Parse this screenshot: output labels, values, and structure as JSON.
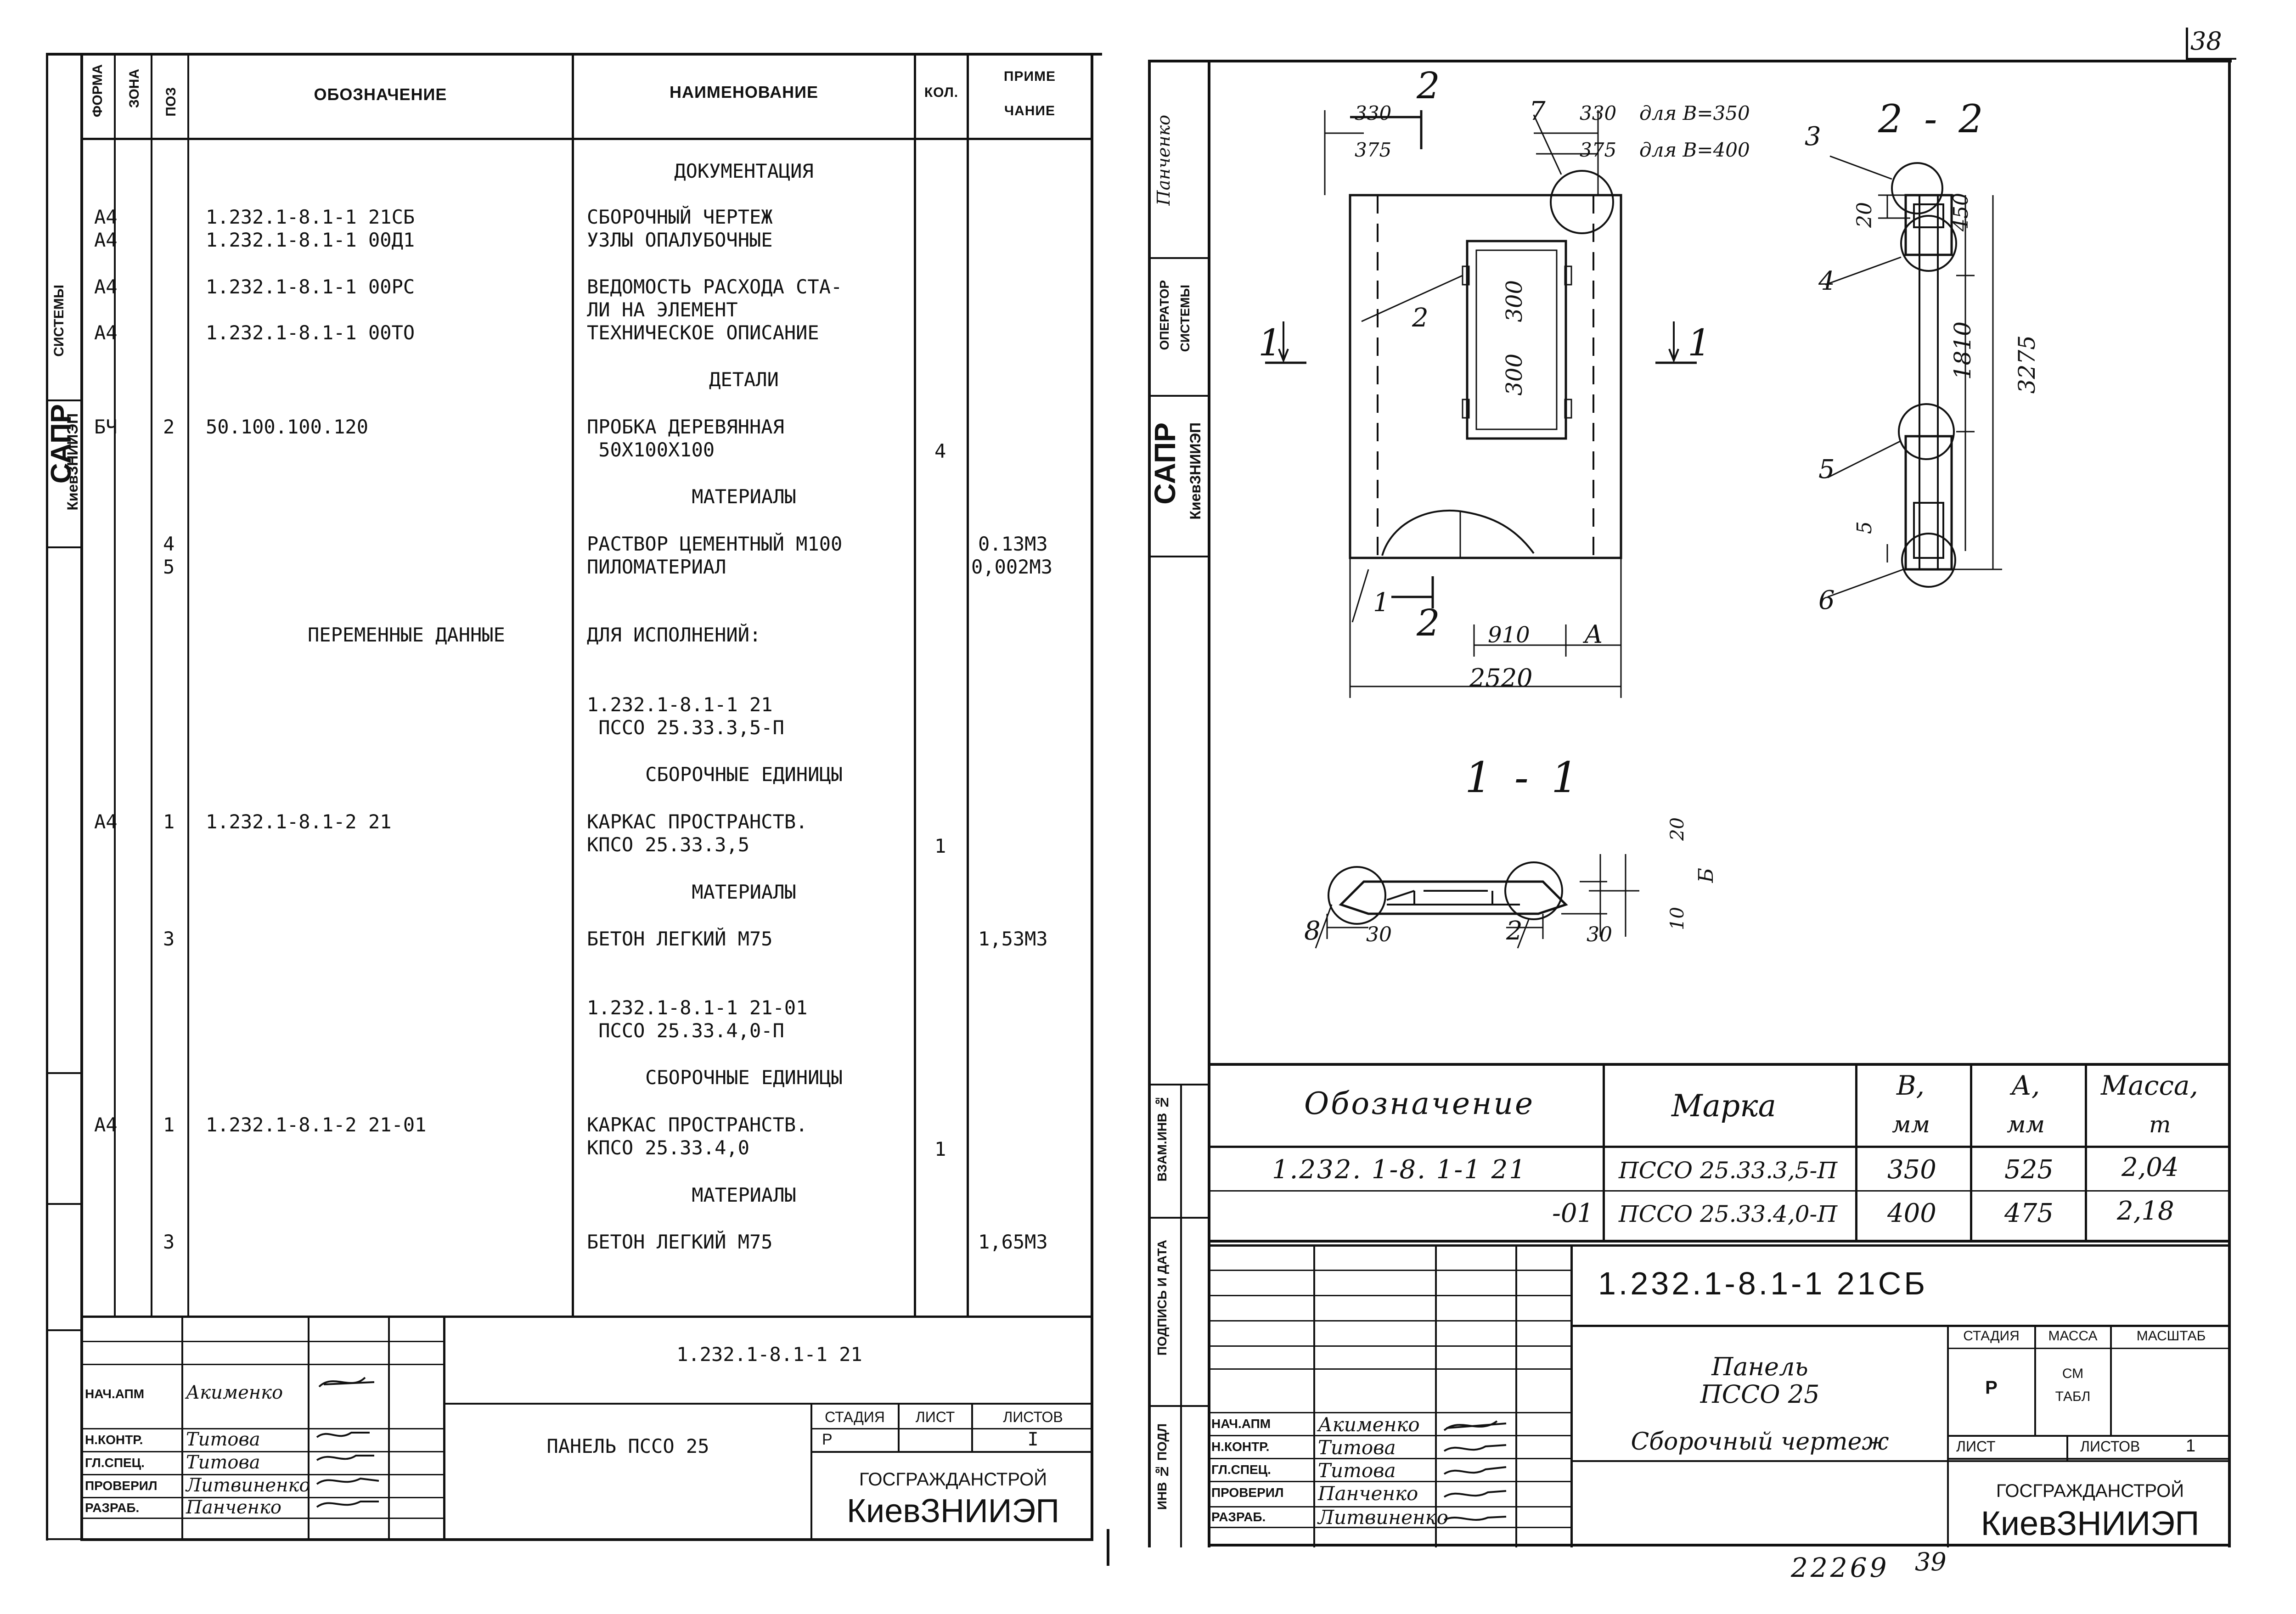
{
  "page_number_top": "38",
  "page_number_bottom": "39",
  "stamp_number": "22269",
  "left_sheet": {
    "side_labels": {
      "sapr": "САПР",
      "institute": "КиевЗНИИЭП",
      "systems": "СИСТЕМЫ"
    },
    "columns": {
      "format": "ФОРМА",
      "zone": "ЗОНА",
      "pos": "ПОЗ",
      "designation": "ОБОЗНАЧЕНИЕ",
      "name": "НАИМЕНОВАНИЕ",
      "qty": "КОЛ.",
      "note_line1": "ПРИМЕ",
      "note_line2": "ЧАНИЕ"
    },
    "rows": [
      {
        "format": "",
        "pos": "",
        "designation": "",
        "name": "ДОКУМЕНТАЦИЯ",
        "qty": "",
        "note": "",
        "heading": true
      },
      {
        "format": "А4",
        "pos": "",
        "designation": "1.232.1-8.1-1 21СБ",
        "name": "СБОРОЧНЫЙ ЧЕРТЕЖ",
        "qty": "",
        "note": ""
      },
      {
        "format": "А4",
        "pos": "",
        "designation": "1.232.1-8.1-1 00Д1",
        "name": "УЗЛЫ ОПАЛУБОЧНЫЕ",
        "qty": "",
        "note": ""
      },
      {
        "format": "А4",
        "pos": "",
        "designation": "1.232.1-8.1-1 00РС",
        "name": "ВЕДОМОСТЬ РАСХОДА СТА-",
        "qty": "",
        "note": ""
      },
      {
        "format": "",
        "pos": "",
        "designation": "",
        "name": "ЛИ НА ЭЛЕМЕНТ",
        "qty": "",
        "note": ""
      },
      {
        "format": "А4",
        "pos": "",
        "designation": "1.232.1-8.1-1 00ТО",
        "name": "ТЕХНИЧЕСКОЕ ОПИСАНИЕ",
        "qty": "",
        "note": ""
      },
      {
        "format": "",
        "pos": "",
        "designation": "",
        "name": "ДЕТАЛИ",
        "qty": "",
        "note": "",
        "heading": true
      },
      {
        "format": "БЧ",
        "pos": "2",
        "designation": "50.100.100.120",
        "name": "ПРОБКА ДЕРЕВЯННАЯ",
        "qty": "",
        "note": ""
      },
      {
        "format": "",
        "pos": "",
        "designation": "",
        "name": " 50Х100Х100",
        "qty": "4",
        "note": ""
      },
      {
        "format": "",
        "pos": "",
        "designation": "",
        "name": "МАТЕРИАЛЫ",
        "qty": "",
        "note": "",
        "heading": true
      },
      {
        "format": "",
        "pos": "4",
        "designation": "",
        "name": "РАСТВОР ЦЕМЕНТНЫЙ М100",
        "qty": "",
        "note": "0.13М3"
      },
      {
        "format": "",
        "pos": "5",
        "designation": "",
        "name": "ПИЛОМАТЕРИАЛ",
        "qty": "",
        "note": "0,002М3"
      },
      {
        "format": "",
        "pos": "",
        "designation": "ПЕРЕМЕННЫЕ ДАННЫЕ",
        "name": "ДЛЯ ИСПОЛНЕНИЙ:",
        "qty": "",
        "note": ""
      },
      {
        "format": "",
        "pos": "",
        "designation": "",
        "name": "1.232.1-8.1-1 21",
        "qty": "",
        "note": ""
      },
      {
        "format": "",
        "pos": "",
        "designation": "",
        "name": " ПССО 25.33.3,5-П",
        "qty": "",
        "note": ""
      },
      {
        "format": "",
        "pos": "",
        "designation": "",
        "name": "СБОРОЧНЫЕ ЕДИНИЦЫ",
        "qty": "",
        "note": "",
        "heading": true
      },
      {
        "format": "А4",
        "pos": "1",
        "designation": "1.232.1-8.1-2 21",
        "name": "КАРКАС ПРОСТРАНСТВ.",
        "qty": "",
        "note": ""
      },
      {
        "format": "",
        "pos": "",
        "designation": "",
        "name": "КПСО 25.33.3,5",
        "qty": "1",
        "note": ""
      },
      {
        "format": "",
        "pos": "",
        "designation": "",
        "name": "МАТЕРИАЛЫ",
        "qty": "",
        "note": "",
        "heading": true
      },
      {
        "format": "",
        "pos": "3",
        "designation": "",
        "name": "БЕТОН ЛЕГКИЙ М75",
        "qty": "",
        "note": "1,53М3"
      },
      {
        "format": "",
        "pos": "",
        "designation": "",
        "name": "1.232.1-8.1-1 21-01",
        "qty": "",
        "note": ""
      },
      {
        "format": "",
        "pos": "",
        "designation": "",
        "name": " ПССО 25.33.4,0-П",
        "qty": "",
        "note": ""
      },
      {
        "format": "",
        "pos": "",
        "designation": "",
        "name": "СБОРОЧНЫЕ ЕДИНИЦЫ",
        "qty": "",
        "note": "",
        "heading": true
      },
      {
        "format": "А4",
        "pos": "1",
        "designation": "1.232.1-8.1-2 21-01",
        "name": "КАРКАС ПРОСТРАНСТВ.",
        "qty": "",
        "note": ""
      },
      {
        "format": "",
        "pos": "",
        "designation": "",
        "name": "КПСО 25.33.4,0",
        "qty": "1",
        "note": ""
      },
      {
        "format": "",
        "pos": "",
        "designation": "",
        "name": "МАТЕРИАЛЫ",
        "qty": "",
        "note": "",
        "heading": true
      },
      {
        "format": "",
        "pos": "3",
        "designation": "",
        "name": "БЕТОН ЛЕГКИЙ М75",
        "qty": "",
        "note": "1,65М3"
      }
    ],
    "title_block": {
      "code": "1.232.1-8.1-1 21",
      "title": "ПАНЕЛЬ ПССО 25",
      "stage_label": "СТАДИЯ",
      "sheet_label": "ЛИСТ",
      "sheets_label": "ЛИСТОВ",
      "stage": "Р",
      "sheets": "I",
      "org_line1": "ГОСГРАЖДАНСТРОЙ",
      "org_line2": "КиевЗНИИЭП",
      "roles": [
        {
          "role": "НАЧ.АПМ",
          "name": "Акименко"
        },
        {
          "role": "Н.КОНТР.",
          "name": "Титова"
        },
        {
          "role": "ГЛ.СПЕЦ.",
          "name": "Титова"
        },
        {
          "role": "ПРОВЕРИЛ",
          "name": "Литвиненко"
        },
        {
          "role": "РАЗРАБ.",
          "name": "Панченко"
        }
      ]
    }
  },
  "right_sheet": {
    "side_labels": {
      "author": "Панченко",
      "operator": "ОПЕРАТОР",
      "systems": "СИСТЕМЫ",
      "sapr": "САПР",
      "institute": "КиевЗНИИЭП",
      "inv_sub": "ВЗАМ.ИНВ №",
      "sign_date": "ПОДПИСЬ И ДАТА",
      "inv_orig": "ИНВ № ПОДЛ"
    },
    "drawing": {
      "section_2": "2",
      "section_1": "1",
      "section_22": "2 - 2",
      "section_11": "1 - 1",
      "dims_top": [
        "330",
        "375",
        "330",
        "375"
      ],
      "note_b350": "для В=350",
      "note_b400": "для В=400",
      "dim_910": "910",
      "dim_A": "А",
      "dim_2520": "2520",
      "dim_300a": "300",
      "dim_300b": "300",
      "dim_20": "20",
      "dim_450": "450",
      "dim_1810": "1810",
      "dim_3275": "3275",
      "dim_5": "5",
      "dim_B": "Б",
      "dim_10": "10",
      "dim_30a": "30",
      "dim_30b": "30",
      "callouts": [
        "1",
        "2",
        "3",
        "4",
        "5",
        "6",
        "7",
        "8"
      ]
    },
    "table": {
      "headers": {
        "designation": "Обозначение",
        "mark": "Марка",
        "b": "В,",
        "b_unit": "мм",
        "a": "А,",
        "a_unit": "мм",
        "mass": "Масса,",
        "mass_unit": "т"
      },
      "rows": [
        {
          "designation": "1.232. 1-8. 1-1 21",
          "mark": "ПССО 25.33.3,5-П",
          "b": "350",
          "a": "525",
          "mass": "2,04"
        },
        {
          "designation": "-01",
          "mark": "ПССО 25.33.4,0-П",
          "b": "400",
          "a": "475",
          "mass": "2,18"
        }
      ]
    },
    "title_block": {
      "code": "1.232.1-8.1-1 21СБ",
      "title_line1": "Панель",
      "title_line2": "ПССО 25",
      "title_line3": "Сборочный чертеж",
      "stage_label": "СТАДИЯ",
      "mass_label": "МАССА",
      "scale_label": "МАСШТАБ",
      "stage": "Р",
      "mass_value": "СМ",
      "mass_value2": "ТАБЛ",
      "sheet_label": "ЛИСТ",
      "sheets_label": "ЛИСТОВ",
      "sheets": "1",
      "org_line1": "ГОСГРАЖДАНСТРОЙ",
      "org_line2": "КиевЗНИИЭП",
      "roles": [
        {
          "role": "НАЧ.АПМ",
          "name": "Акименко"
        },
        {
          "role": "Н.КОНТР.",
          "name": "Титова"
        },
        {
          "role": "ГЛ.СПЕЦ.",
          "name": "Титова"
        },
        {
          "role": "ПРОВЕРИЛ",
          "name": "Панченко"
        },
        {
          "role": "РАЗРАБ.",
          "name": "Литвиненко"
        }
      ]
    }
  }
}
